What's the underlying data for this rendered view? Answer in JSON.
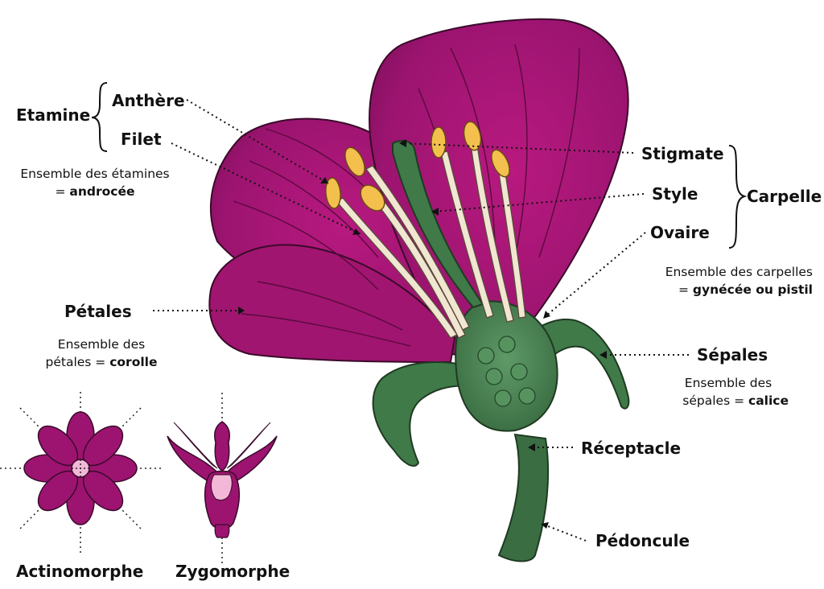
{
  "labels": {
    "etamine": "Etamine",
    "anthere": "Anthère",
    "filet": "Filet",
    "petales": "Pétales",
    "stigmate": "Stigmate",
    "style": "Style",
    "ovaire": "Ovaire",
    "carpelle": "Carpelle",
    "sepales": "Sépales",
    "receptacle": "Réceptacle",
    "pedoncule": "Pédoncule",
    "actinomorphe": "Actinomorphe",
    "zygomorphe": "Zygomorphe"
  },
  "notes": {
    "androcee": {
      "line1": "Ensemble des étamines",
      "prefix": "= ",
      "term": "androcée"
    },
    "corolle": {
      "line1": "Ensemble des",
      "prefix": "pétales = ",
      "term": "corolle"
    },
    "gynecee": {
      "line1": "Ensemble des carpelles",
      "prefix": "= ",
      "term": "gynécée ou pistil"
    },
    "calice": {
      "line1": "Ensemble des",
      "prefix": "sépales = ",
      "term": "calice"
    }
  },
  "colors": {
    "petal": "#9c1470",
    "petal_dark": "#6e0c4f",
    "pistil": "#3f7a48",
    "pistil_dark": "#2c5a33",
    "anther": "#f3c04e",
    "filament": "#f1e6d2",
    "pink_light": "#f3b8d8"
  }
}
